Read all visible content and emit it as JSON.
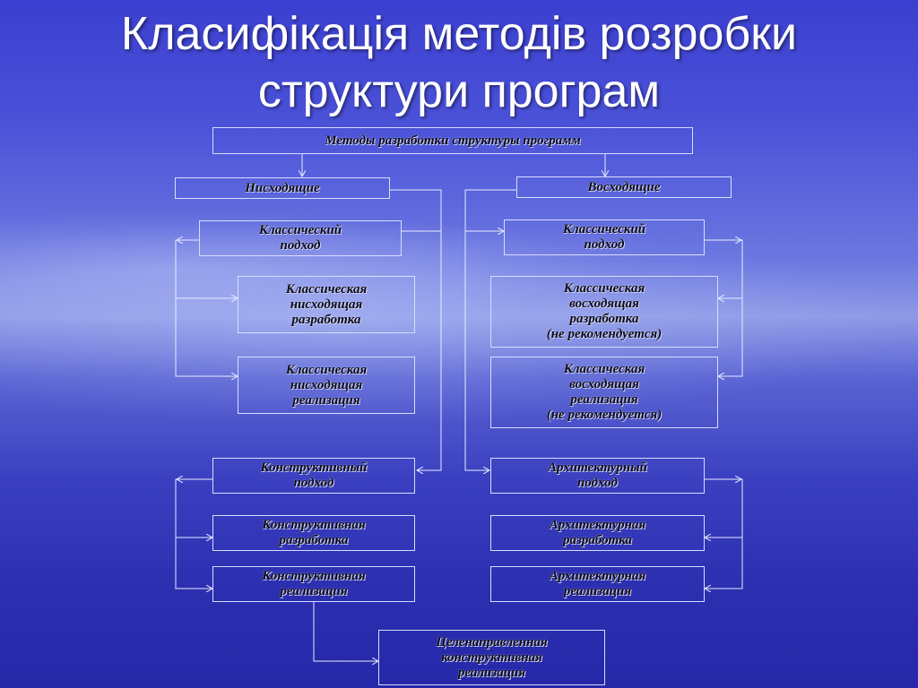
{
  "slide": {
    "title_line1": "Класифікація методів розробки",
    "title_line2": "структури програм"
  },
  "diagram": {
    "root": "Методы разработки структуры программ",
    "top_down": "Нисходящие",
    "bottom_up": "Восходящие",
    "left": {
      "classic": "Классический\nподход",
      "classic_dev": "Классическая\nнисходящая\nразработка",
      "classic_impl": "Классическая\nнисходящая\nреализация",
      "constructive": "Конструктивный\nподход",
      "constructive_dev": "Конструктивная\nразработка",
      "constructive_impl": "Конструктивная\nреализация"
    },
    "right": {
      "classic": "Классический\nподход",
      "classic_dev": "Классическая\nвосходящая\nразработка\n(не рекомендуется)",
      "classic_impl": "Классическая\nвосходящая\nреализация\n(не рекомендуется)",
      "architectural": "Архитектурный\nподход",
      "architectural_dev": "Архитектурная\nразработка",
      "architectural_impl": "Архитектурная\nреализация"
    },
    "targeted": "Целенаправленная\nконструктивная\nреализация"
  }
}
